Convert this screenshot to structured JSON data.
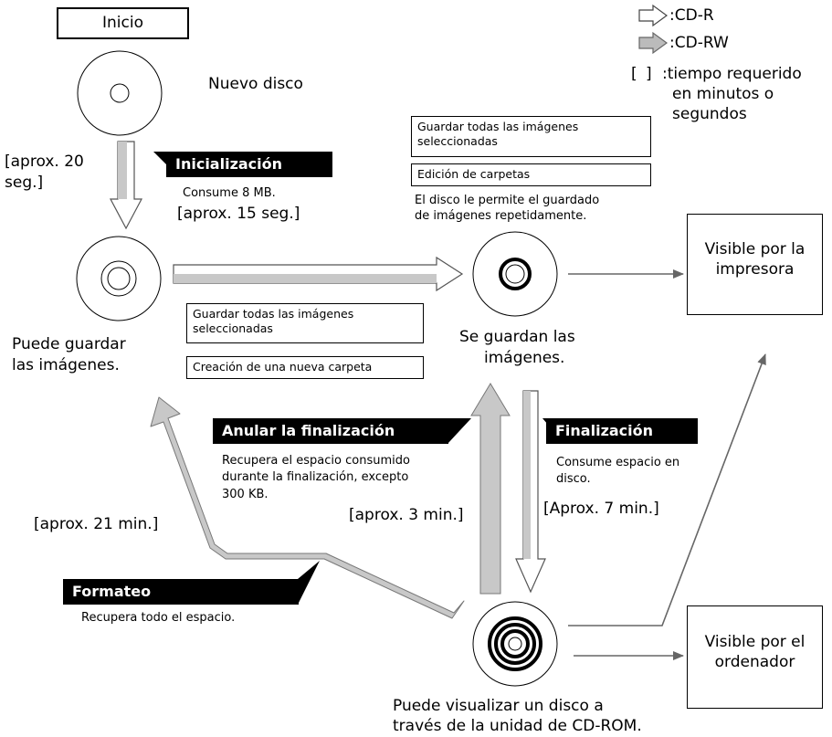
{
  "start": {
    "label": "Inicio"
  },
  "legend": {
    "cdr": ":CD-R",
    "cdrw": ":CD-RW",
    "brackets": "[  ]",
    "time_line1": ":tiempo requerido",
    "time_line2": "en minutos o",
    "time_line3": "segundos"
  },
  "new_disc": {
    "label": "Nuevo disco"
  },
  "init": {
    "time_left_1": "[aprox. 20",
    "time_left_2": "seg.]",
    "title": "Inicialización",
    "desc": "Consume 8 MB.",
    "time": "[aprox. 15 seg.]"
  },
  "stored_disc": {
    "label_1": "Puede guardar",
    "label_2": "las imágenes.",
    "action_1_line1": "Guardar todas las imágenes",
    "action_1_line2": "seleccionadas",
    "action_2": "Creación de una nueva carpeta"
  },
  "saved_disc": {
    "action_1_line1": "Guardar todas las imágenes",
    "action_1_line2": "seleccionadas",
    "action_2": "Edición de carpetas",
    "note_1": "El disco le permite el guardado",
    "note_2": "de imágenes repetidamente.",
    "label_1": "Se guardan las",
    "label_2": "imágenes."
  },
  "printer_box": {
    "line1": "Visible por la",
    "line2": "impresora"
  },
  "computer_box": {
    "line1": "Visible por el",
    "line2": "ordenador"
  },
  "unfinalize": {
    "title": "Anular la finalización",
    "desc_1": "Recupera el espacio consumido",
    "desc_2": "durante la finalización, excepto",
    "desc_3": "300 KB.",
    "time": "[aprox. 3 min.]"
  },
  "finalize": {
    "title": "Finalización",
    "desc_1": "Consume espacio en",
    "desc_2": "disco.",
    "time": "[Aprox. 7 min.]"
  },
  "format": {
    "time": "[aprox. 21 min.]",
    "title": "Formateo",
    "desc": "Recupera todo el espacio."
  },
  "final_disc": {
    "label_1": "Puede visualizar un disco a",
    "label_2": "través de la unidad de CD-ROM."
  },
  "colors": {
    "cdrw_fill": "#c8c8c8",
    "cdr_fill": "#ffffff",
    "line": "#666666",
    "tag_bg": "#000000"
  }
}
